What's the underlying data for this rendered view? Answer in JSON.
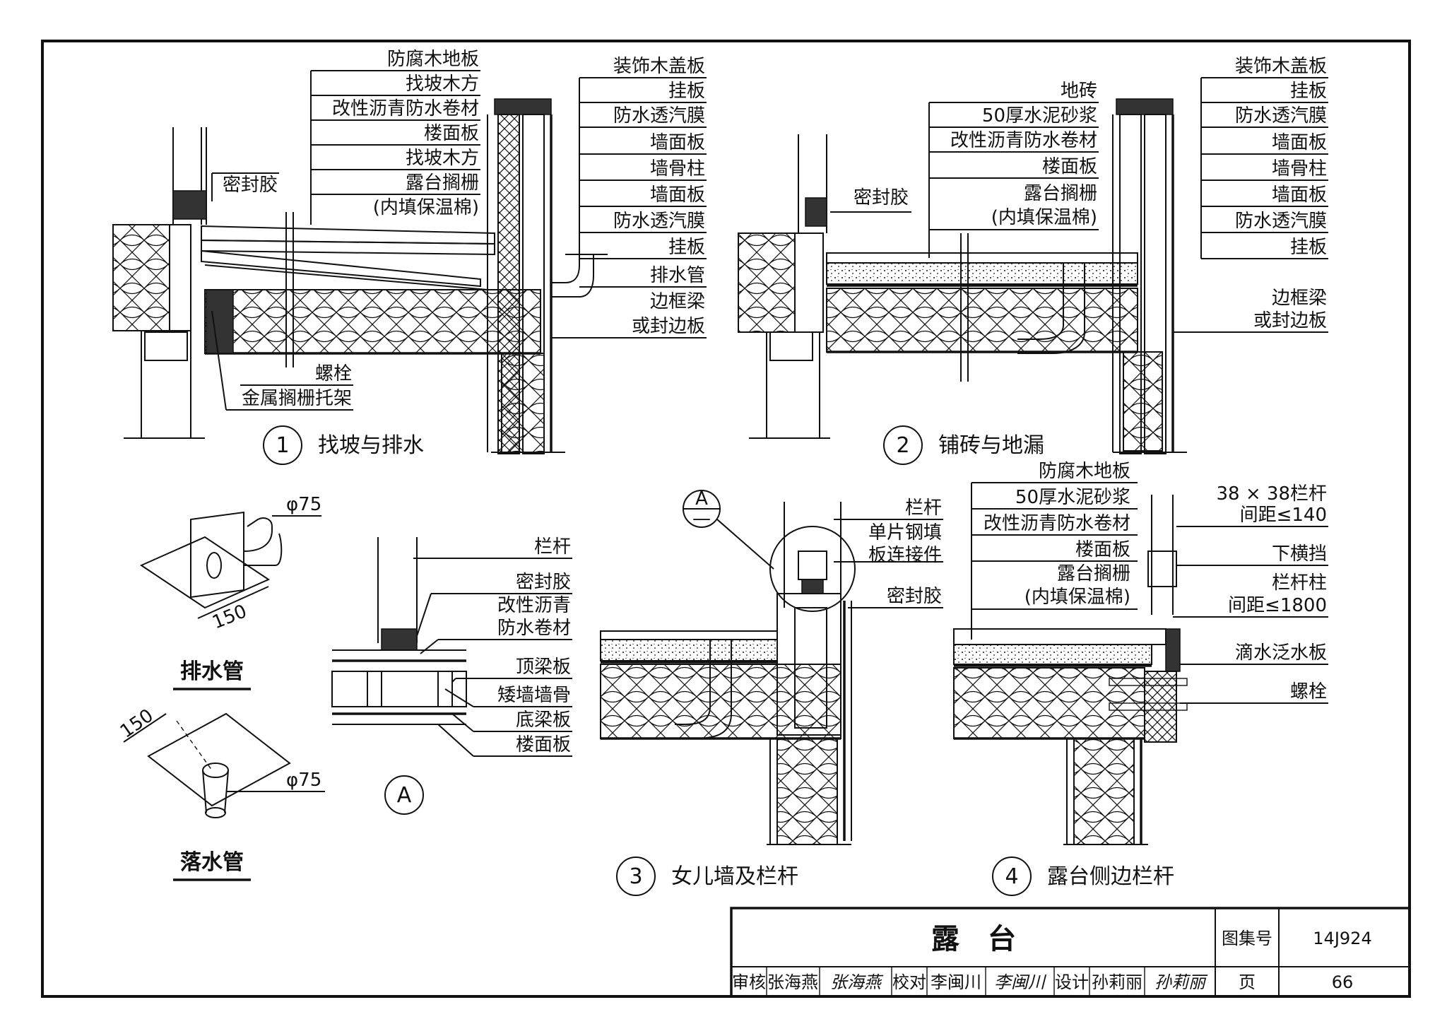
{
  "sheet": {
    "detail1": {
      "number": "1",
      "title": "找坡与排水",
      "labels_left": [
        "密封胶",
        "螺栓",
        "金属搁栅托架"
      ],
      "labels_top": [
        "防腐木地板",
        "找坡木方",
        "改性沥青防水卷材",
        "楼面板",
        "找坡木方",
        "露台搁栅",
        "(内填保温棉)"
      ],
      "labels_right": [
        "装饰木盖板",
        "挂板",
        "防水透汽膜",
        "墙面板",
        "墙骨柱",
        "墙面板",
        "防水透汽膜",
        "挂板",
        "排水管",
        "边框梁",
        "或封边板"
      ]
    },
    "detail2": {
      "number": "2",
      "title": "铺砖与地漏",
      "labels_left": [
        "密封胶"
      ],
      "labels_top": [
        "地砖",
        "50厚水泥砂浆",
        "改性沥青防水卷材",
        "楼面板",
        "露台搁栅",
        "(内填保温棉)"
      ],
      "labels_right": [
        "装饰木盖板",
        "挂板",
        "防水透汽膜",
        "墙面板",
        "墙骨柱",
        "墙面板",
        "防水透汽膜",
        "挂板",
        "边框梁",
        "或封边板"
      ]
    },
    "drain_pipe": {
      "title": "排水管",
      "dia": "φ75",
      "dim": "150"
    },
    "downpipe": {
      "title": "落水管",
      "dia": "φ75",
      "dim": "150"
    },
    "detailA": {
      "marker": "A",
      "labels": [
        "栏杆",
        "密封胶",
        "改性沥青",
        "防水卷材",
        "顶梁板",
        "矮墙墙骨",
        "底梁板",
        "楼面板"
      ]
    },
    "detail3": {
      "number": "3",
      "title": "女儿墙及栏杆",
      "section_mark_top": "A",
      "section_mark_bottom": "—",
      "labels": [
        "栏杆",
        "单片钢填",
        "板连接件",
        "密封胶"
      ]
    },
    "detail4": {
      "number": "4",
      "title": "露台侧边栏杆",
      "labels_left": [
        "防腐木地板",
        "50厚水泥砂浆",
        "改性沥青防水卷材",
        "楼面板",
        "露台搁栅",
        "(内填保温棉)"
      ],
      "labels_right": [
        "38 × 38栏杆",
        "间距≤140",
        "下横挡",
        "栏杆柱",
        "间距≤1800",
        "滴水泛水板",
        "螺栓"
      ]
    }
  },
  "title_block": {
    "title": "露　台",
    "atlas_label": "图集号",
    "atlas_no": "14J924",
    "page_label": "页",
    "page_no": "66",
    "review_label": "审核",
    "reviewer": "张海燕",
    "reviewer_sig": "张海燕",
    "check_label": "校对",
    "checker": "李闽川",
    "checker_sig": "李闽川",
    "design_label": "设计",
    "designer": "孙莉丽",
    "designer_sig": "孙莉丽"
  }
}
